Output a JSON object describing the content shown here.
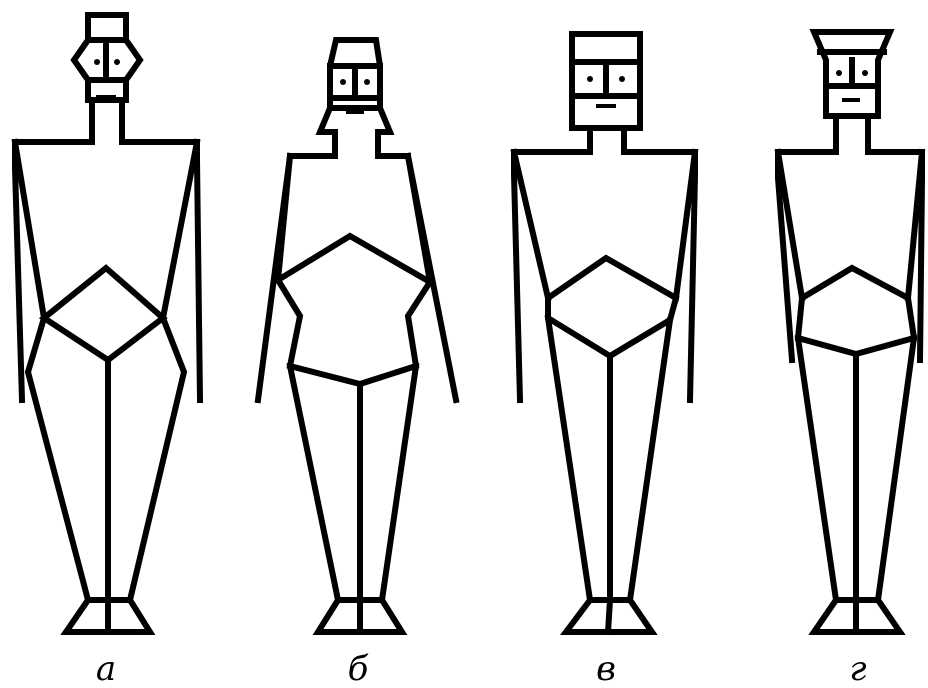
{
  "figure": {
    "labels": [
      "а",
      "б",
      "в",
      "г"
    ],
    "line_color": "#000000",
    "background": "#ffffff"
  }
}
